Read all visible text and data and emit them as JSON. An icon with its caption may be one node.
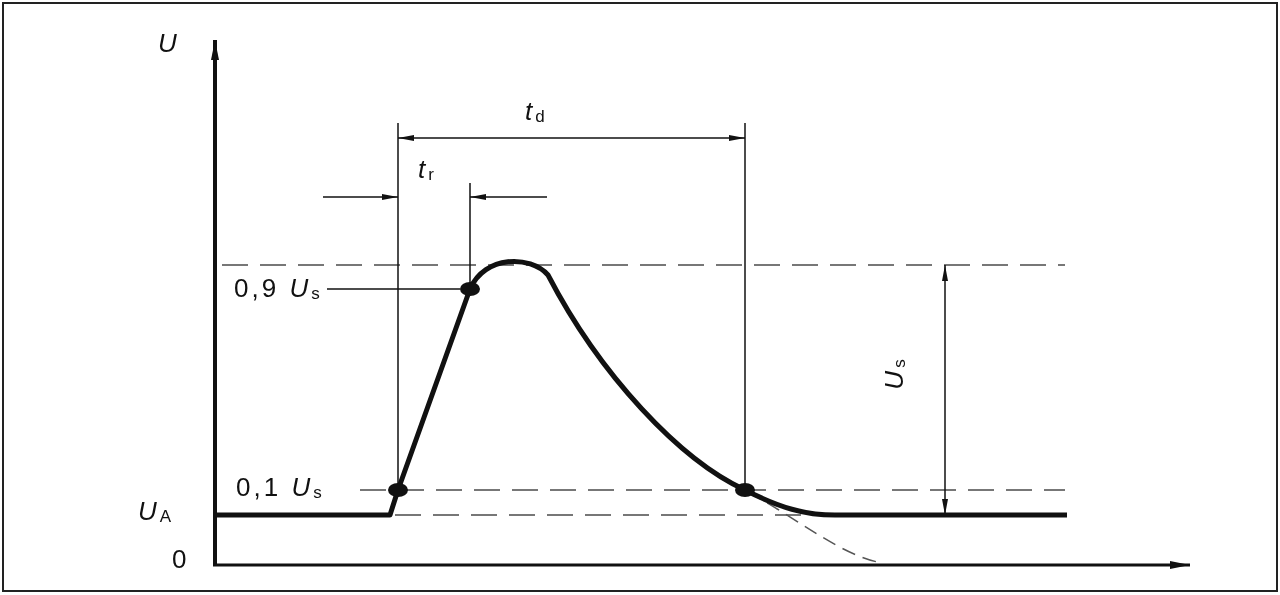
{
  "diagram": {
    "nodes": [
      {
        "text": [
          "0,9 *U*$_{s}$"
        ]
      },
      {
        "text": [],
        "shape": "circle"
      }
    ],
    "edges": [
      {
        "from": 0,
        "to": 1,
        "arrow": "none"
      }
    ],
    "labels": [
      "*U*",
      "*t*$_{d}$",
      "*t*$_{r}$",
      "0,1 *U*$_{s}$",
      "*U*$_{A}$",
      "0",
      "*U*$_{s}$"
    ]
  }
}
